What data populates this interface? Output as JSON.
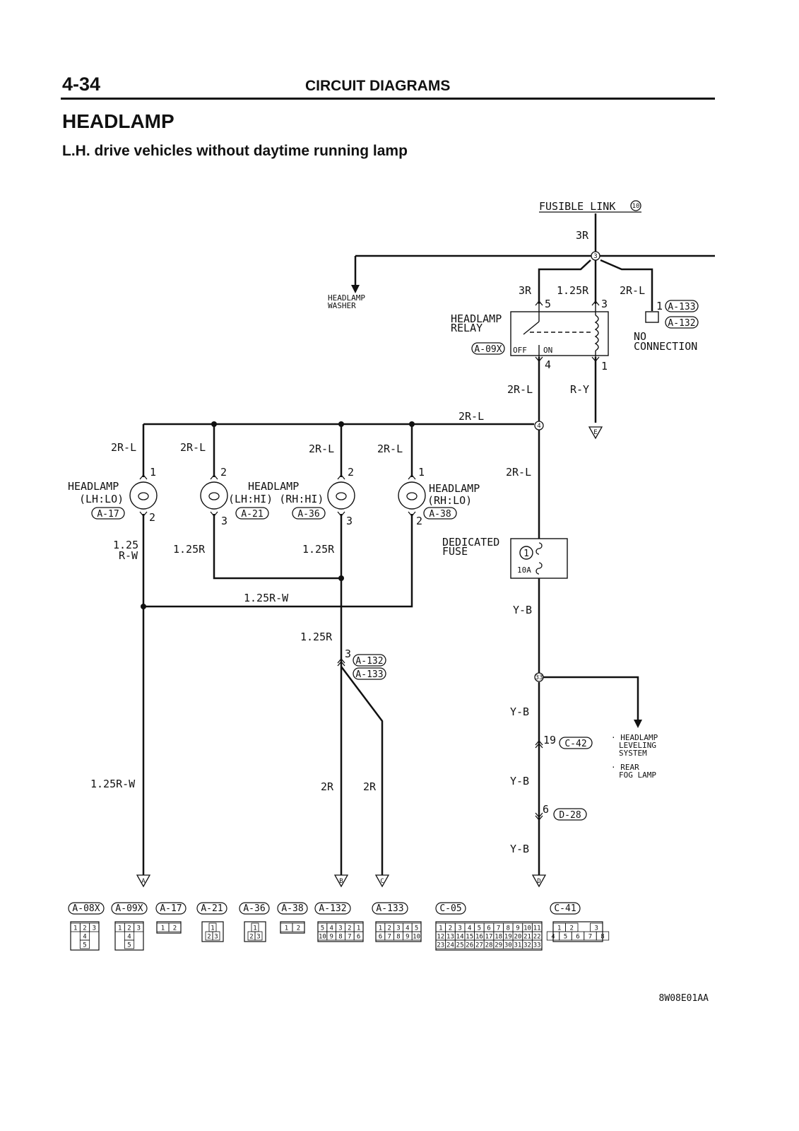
{
  "header": {
    "page_number": "4-34",
    "section": "CIRCUIT DIAGRAMS",
    "title": "HEADLAMP",
    "subtitle": "L.H. drive vehicles without daytime running lamp"
  },
  "diagram": {
    "fusible_link": "FUSIBLE LINK",
    "fusible_link_num": "10",
    "wires": {
      "w3r_top": "3R",
      "w3r": "3R",
      "w125r_relay": "1.25R",
      "w2rl_right": "2R-L",
      "w2rl_relay_out": "2R-L",
      "wry": "R-Y",
      "w2rl_bus": "2R-L",
      "w2rl_a": "2R-L",
      "w2rl_b": "2R-L",
      "w2rl_c": "2R-L",
      "w2rl_d": "2R-L",
      "w2rl_fuse": "2R-L",
      "w125rw_a1": "1.25",
      "w125rw_a2": "R-W",
      "w125r_b": "1.25R",
      "w125r_c": "1.25R",
      "w125rw_h": "1.25R-W",
      "w125r_mid": "1.25R",
      "w125rw_low": "1.25R-W",
      "w2r_b": "2R",
      "w2r_c": "2R",
      "wyb1": "Y-B",
      "wyb2": "Y-B",
      "wyb3": "Y-B",
      "wyb4": "Y-B"
    },
    "junctions": {
      "j3": "3",
      "j4": "4",
      "j33": "33"
    },
    "headlamp_washer": [
      "HEADLAMP",
      "WASHER"
    ],
    "relay": {
      "name": [
        "HEADLAMP",
        "RELAY"
      ],
      "conn": "A-09X",
      "off": "OFF",
      "on": "ON",
      "pin5": "5",
      "pin3": "3",
      "pin4": "4",
      "pin1": "1"
    },
    "no_connection": {
      "pin": "1",
      "conn_a": "A-133",
      "conn_b": "A-132",
      "label": [
        "NO",
        "CONNECTION"
      ]
    },
    "lamps": {
      "lh_lo": {
        "name": [
          "HEADLAMP",
          "(LH:LO)"
        ],
        "conn": "A-17",
        "pin_top": "1",
        "pin_bot": "2"
      },
      "lh_hi": {
        "pin_top": "2",
        "pin_bot": "3",
        "conn": "A-21"
      },
      "hi_name": [
        "HEADLAMP",
        "(LH:HI) (RH:HI)"
      ],
      "rh_hi": {
        "pin_top": "2",
        "pin_bot": "3",
        "conn": "A-36"
      },
      "rh_lo": {
        "name": [
          "HEADLAMP",
          "(RH:LO)"
        ],
        "conn": "A-38",
        "pin_top": "1",
        "pin_bot": "2"
      }
    },
    "dedicated_fuse": {
      "name": [
        "DEDICATED",
        "FUSE"
      ],
      "num": "1",
      "rating": "10A"
    },
    "conn_mid": {
      "pin": "3",
      "a": "A-132",
      "b": "A-133"
    },
    "c42": {
      "pin": "19",
      "conn": "C-42"
    },
    "d28": {
      "pin": "6",
      "conn": "D-28"
    },
    "leveling": [
      "· HEADLAMP",
      "LEVELING",
      "SYSTEM",
      "· REAR",
      "FOG LAMP"
    ],
    "ground_labels": {
      "e": "E",
      "a": "A",
      "b": "B",
      "c": "C",
      "d": "D"
    }
  },
  "connectors": [
    {
      "id": "A-08X",
      "pins": [
        "1",
        "2",
        "3",
        "4",
        "5"
      ]
    },
    {
      "id": "A-09X",
      "pins": [
        "1",
        "2",
        "3",
        "4",
        "5"
      ]
    },
    {
      "id": "A-17",
      "pins": [
        "1",
        "2"
      ]
    },
    {
      "id": "A-21",
      "pins": [
        "1",
        "2",
        "3"
      ]
    },
    {
      "id": "A-36",
      "pins": [
        "1",
        "2",
        "3"
      ]
    },
    {
      "id": "A-38",
      "pins": [
        "1",
        "2"
      ]
    },
    {
      "id": "A-132",
      "pins": [
        "5",
        "4",
        "3",
        "2",
        "1",
        "10",
        "9",
        "8",
        "7",
        "6"
      ]
    },
    {
      "id": "A-133",
      "pins": [
        "1",
        "2",
        "3",
        "4",
        "5",
        "6",
        "7",
        "8",
        "9",
        "10"
      ]
    },
    {
      "id": "C-05",
      "pins": [
        "1",
        "2",
        "3",
        "4",
        "5",
        "6",
        "7",
        "8",
        "9",
        "10",
        "11",
        "12",
        "13",
        "14",
        "15",
        "16",
        "17",
        "18",
        "19",
        "20",
        "21",
        "22",
        "23",
        "24",
        "25",
        "26",
        "27",
        "28",
        "29",
        "30",
        "31",
        "32",
        "33"
      ]
    },
    {
      "id": "C-41",
      "pins": [
        "1",
        "2",
        "3",
        "4",
        "5",
        "6",
        "7",
        "8"
      ]
    }
  ],
  "figure_code": "8W08E01AA"
}
